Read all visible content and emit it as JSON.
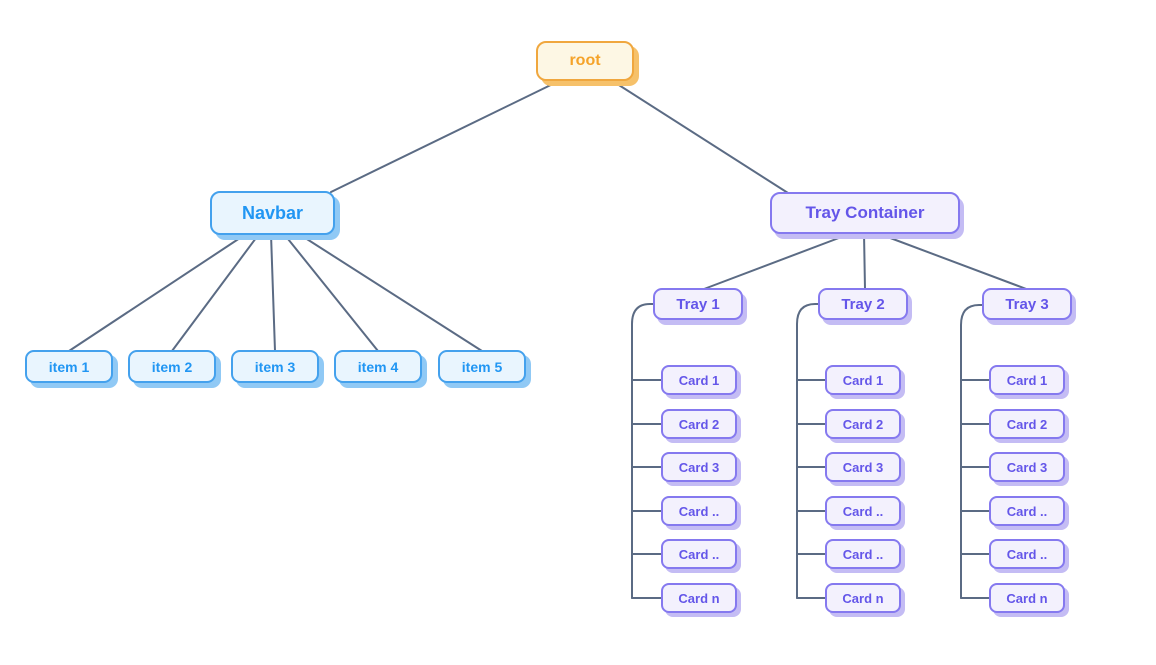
{
  "root": {
    "label": "root"
  },
  "navbar": {
    "label": "Navbar"
  },
  "items": [
    {
      "label": "item 1"
    },
    {
      "label": "item 2"
    },
    {
      "label": "item 3"
    },
    {
      "label": "item 4"
    },
    {
      "label": "item 5"
    }
  ],
  "tray_container": {
    "label": "Tray Container"
  },
  "trays": [
    {
      "label": "Tray 1",
      "cards": [
        {
          "label": "Card 1"
        },
        {
          "label": "Card 2"
        },
        {
          "label": "Card 3"
        },
        {
          "label": "Card .."
        },
        {
          "label": "Card .."
        },
        {
          "label": "Card n"
        }
      ]
    },
    {
      "label": "Tray 2",
      "cards": [
        {
          "label": "Card 1"
        },
        {
          "label": "Card 2"
        },
        {
          "label": "Card 3"
        },
        {
          "label": "Card .."
        },
        {
          "label": "Card .."
        },
        {
          "label": "Card n"
        }
      ]
    },
    {
      "label": "Tray 3",
      "cards": [
        {
          "label": "Card 1"
        },
        {
          "label": "Card 2"
        },
        {
          "label": "Card 3"
        },
        {
          "label": "Card .."
        },
        {
          "label": "Card .."
        },
        {
          "label": "Card n"
        }
      ]
    }
  ],
  "colors": {
    "root_text": "#F5A329",
    "root_border": "#F0A73E",
    "root_bg": "#FDF7E4",
    "blue_text": "#2196F3",
    "blue_border": "#44A1ED",
    "blue_bg": "#E9F5FE",
    "purple_text": "#6456E9",
    "purple_border": "#8579EF",
    "purple_bg": "#F3F1FD",
    "connector": "#5B6B84"
  }
}
